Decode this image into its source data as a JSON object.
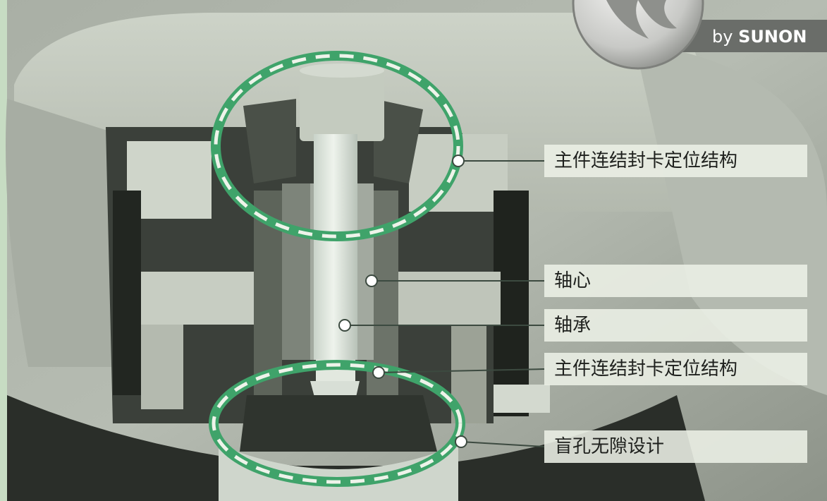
{
  "brand": {
    "prefix": "by",
    "name": "SUNON"
  },
  "callouts": [
    {
      "text": "主件连结封卡定位结构"
    },
    {
      "text": "轴心"
    },
    {
      "text": "轴承"
    },
    {
      "text": "主件连结封卡定位结构"
    },
    {
      "text": "盲孔无隙设计"
    }
  ],
  "colors": {
    "highlight": "#3fa36a",
    "dash": "#eef3ea",
    "label_bg": "#eaeee4",
    "leader": "#3c4a40"
  }
}
